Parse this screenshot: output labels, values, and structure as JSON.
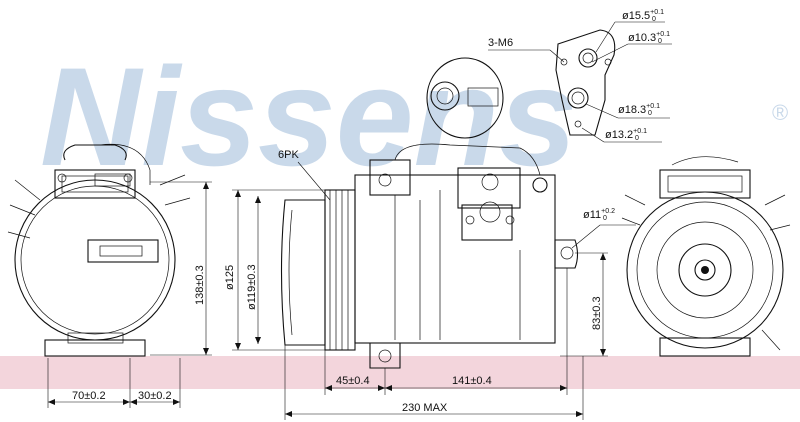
{
  "watermark": {
    "brand": "Nissens",
    "registered": "®",
    "color": "#c9d9ea",
    "band_color": "#f3d5dc"
  },
  "dimensions": {
    "belt": "6PK",
    "bolts": "3-M6",
    "port1": {
      "base": "ø15.5",
      "tol_upper": "+0.1",
      "tol_lower": "0"
    },
    "port2": {
      "base": "ø10.3",
      "tol_upper": "+0.1",
      "tol_lower": "0"
    },
    "port3": {
      "base": "ø18.3",
      "tol_upper": "+0.1",
      "tol_lower": "0"
    },
    "port4": {
      "base": "ø13.2",
      "tol_upper": "+0.1",
      "tol_lower": "0"
    },
    "mount_hole": {
      "base": "ø11",
      "tol_upper": "+0.2",
      "tol_lower": "0"
    },
    "pulley_outer": "ø125",
    "pulley_inner": "ø119±0.3",
    "height_total": "138±0.3",
    "height_mount": "83±0.3",
    "width_70": "70±0.2",
    "width_30": "30±0.2",
    "len_45": "45±0.4",
    "len_141": "141±0.4",
    "len_max": "230 MAX"
  }
}
